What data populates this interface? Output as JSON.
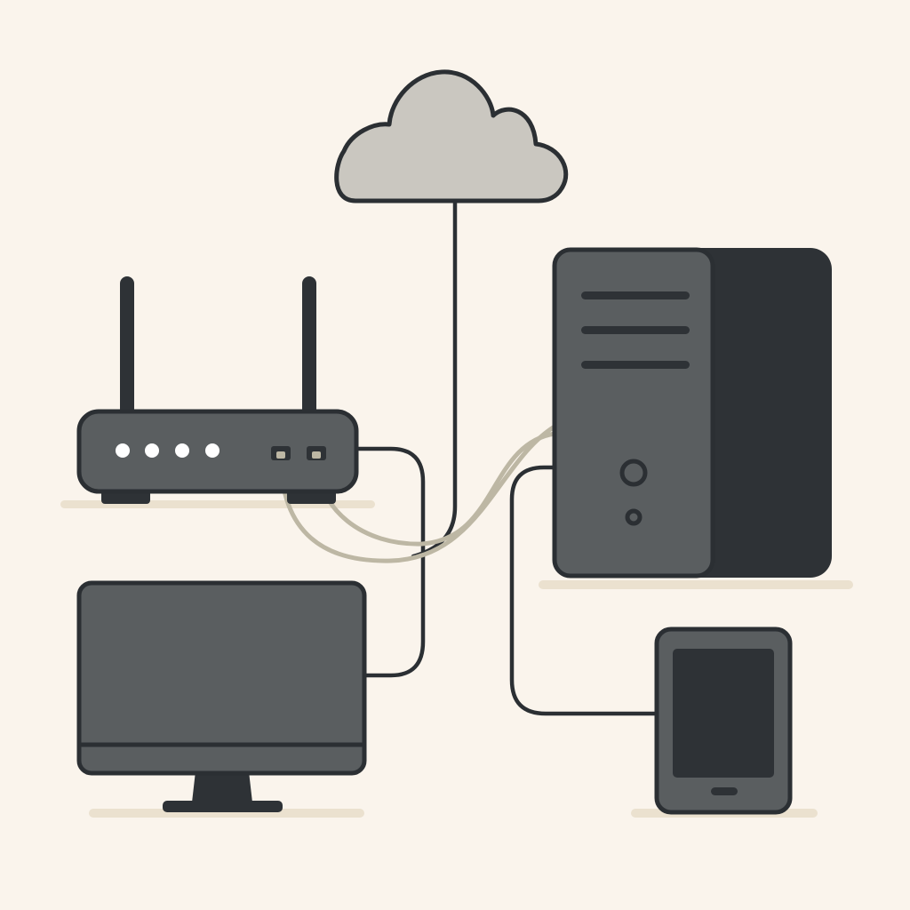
{
  "colors": {
    "background": "#faf4ec",
    "outline": "#2b2f33",
    "device_body": "#5a5e60",
    "device_dark": "#2e3236",
    "cloud_fill": "#cac7c0",
    "beige_cable": "#bdb7a4",
    "shadow": "#ebe1cf",
    "led": "#ffffff"
  },
  "devices": [
    {
      "id": "cloud",
      "kind": "cloud",
      "icon": "cloud-icon"
    },
    {
      "id": "router",
      "kind": "wireless-router",
      "icon": "router-icon",
      "antennas": 2,
      "leds": 4,
      "ports": 2
    },
    {
      "id": "tower",
      "kind": "desktop-tower",
      "icon": "desktop-tower-icon",
      "drive_slots": 3
    },
    {
      "id": "monitor",
      "kind": "monitor",
      "icon": "monitor-icon"
    },
    {
      "id": "tablet",
      "kind": "tablet",
      "icon": "tablet-icon"
    }
  ],
  "connections": [
    {
      "from": "cloud",
      "to": "router",
      "cable": "dark"
    },
    {
      "from": "router",
      "to": "tower",
      "cable": "beige"
    },
    {
      "from": "router",
      "to": "tower",
      "cable": "beige"
    },
    {
      "from": "router",
      "to": "monitor",
      "cable": "dark"
    },
    {
      "from": "tower",
      "to": "tablet",
      "cable": "dark"
    }
  ]
}
